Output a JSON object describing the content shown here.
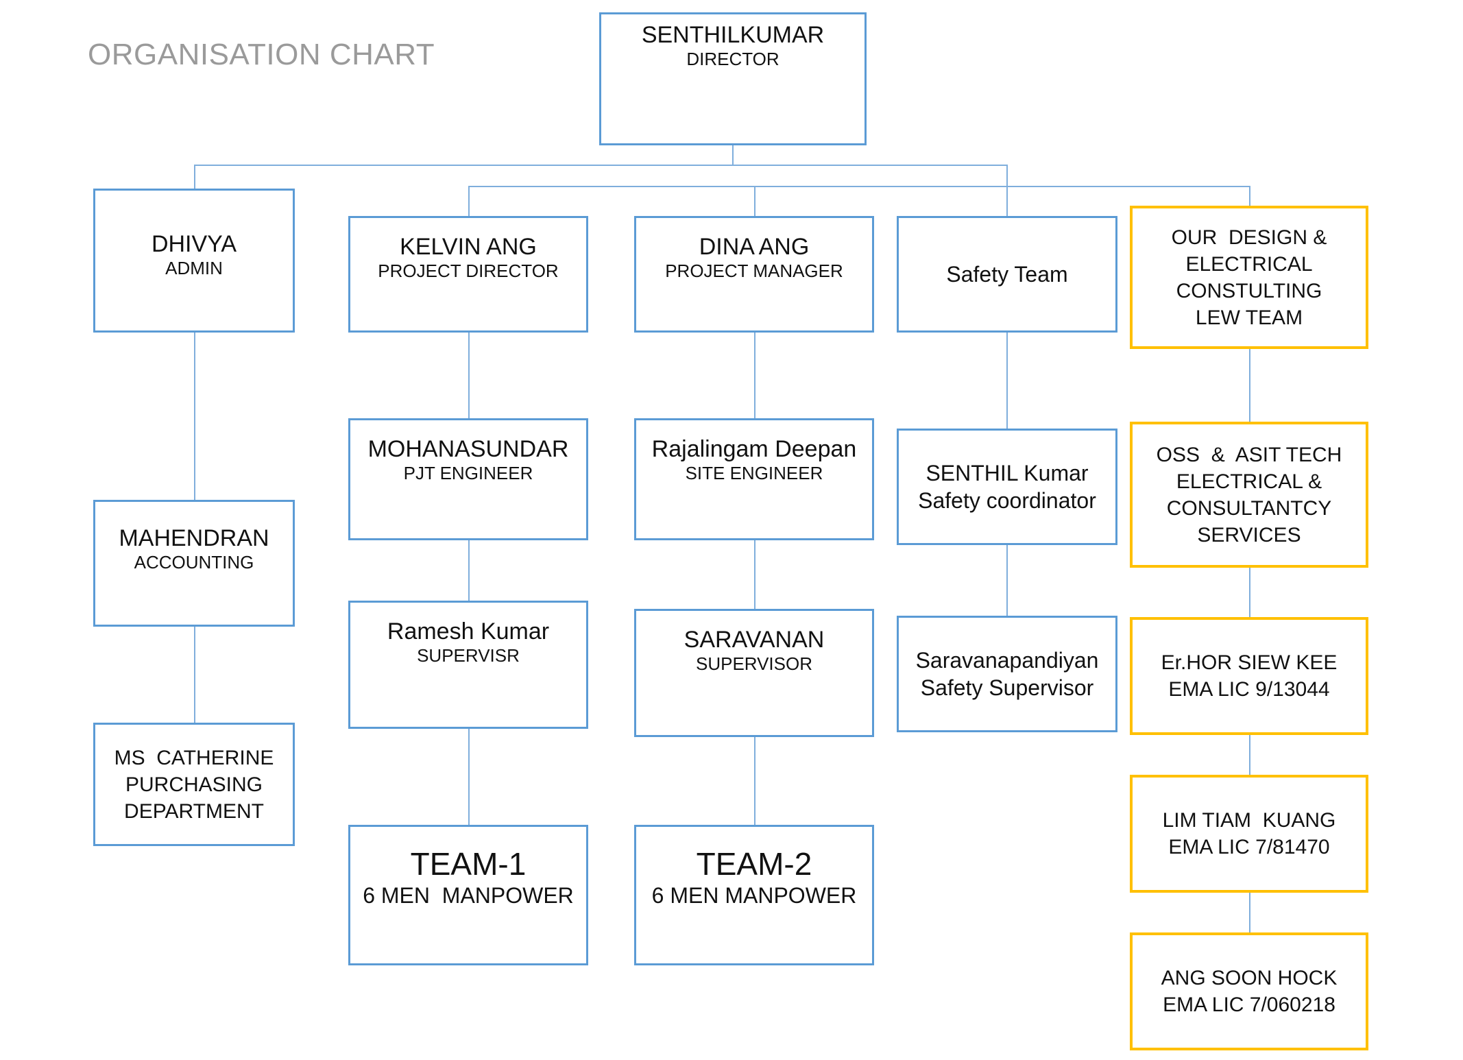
{
  "page": {
    "title": "ORGANISATION CHART",
    "title_color": "#9a9a9a",
    "box_border_blue": "#5B9BD5",
    "box_border_orange": "#FFC000",
    "connector_color": "#7FAEDC",
    "background": "#FFFFFF"
  },
  "nodes": {
    "director": {
      "name": "SENTHILKUMAR",
      "role": "DIRECTOR"
    },
    "admin": {
      "name": "DHIVYA",
      "role": "ADMIN"
    },
    "accounting": {
      "name": "MAHENDRAN",
      "role": "ACCOUNTING"
    },
    "purchasing": {
      "name": "MS  CATHERINE",
      "role_line1": "PURCHASING",
      "role_line2": "DEPARTMENT"
    },
    "project_director": {
      "name": "KELVIN ANG",
      "role": "PROJECT DIRECTOR"
    },
    "pjt_engineer": {
      "name": "MOHANASUNDAR",
      "role": "PJT ENGINEER"
    },
    "supervisor_1": {
      "name": "Ramesh Kumar",
      "role": "SUPERVISR"
    },
    "team_1": {
      "name": "TEAM-1",
      "role": "6 MEN  MANPOWER"
    },
    "project_manager": {
      "name": "DINA ANG",
      "role": "PROJECT MANAGER"
    },
    "site_engineer": {
      "name": "Rajalingam Deepan",
      "role": "SITE ENGINEER"
    },
    "supervisor_2": {
      "name": "SARAVANAN",
      "role": "SUPERVISOR"
    },
    "team_2": {
      "name": "TEAM-2",
      "role": "6 MEN MANPOWER"
    },
    "safety_team": {
      "name": "Safety Team"
    },
    "safety_coordinator": {
      "name": "SENTHIL Kumar",
      "role": "Safety coordinator"
    },
    "safety_supervisor": {
      "name": "Saravanapandiyan",
      "role": "Safety Supervisor"
    },
    "lew_team": {
      "line1": "OUR  DESIGN &",
      "line2": "ELECTRICAL",
      "line3": "CONSTULTING",
      "line4": "LEW TEAM"
    },
    "consultancy": {
      "line1": "OSS  &  ASIT TECH",
      "line2": "ELECTRICAL &",
      "line3": "CONSULTANTCY",
      "line4": "SERVICES"
    },
    "licensee_1": {
      "name": "Er.HOR SIEW KEE",
      "license": "EMA LIC 9/13044"
    },
    "licensee_2": {
      "name": "LIM TIAM  KUANG",
      "license": "EMA LIC 7/81470"
    },
    "licensee_3": {
      "name": "ANG SOON HOCK",
      "license": "EMA LIC 7/060218"
    }
  }
}
